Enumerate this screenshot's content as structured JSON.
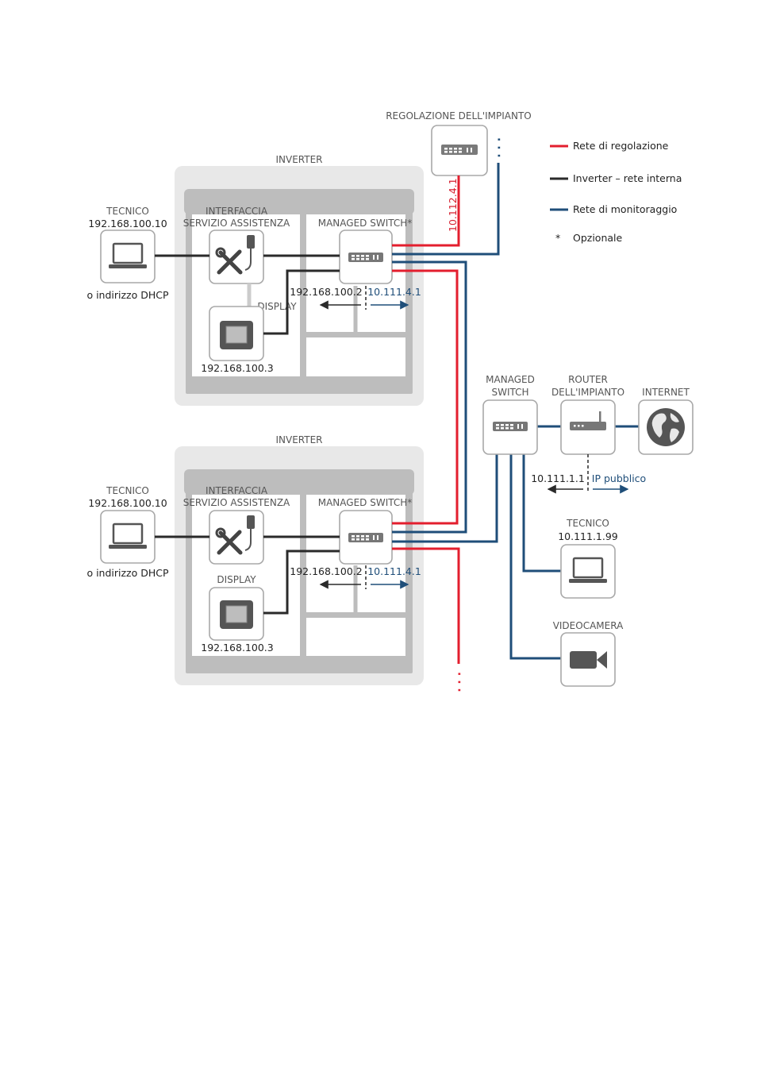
{
  "colors": {
    "control": "#e31e2e",
    "internal": "#2a2a2a",
    "monitoring": "#1f4e79",
    "enclosure": "#e8e8e8",
    "panel": "#bdbdbd"
  },
  "legend": {
    "control": "Rete di regolazione",
    "internal": "Inverter – rete interna",
    "monitoring": "Rete di monitoraggio",
    "optional_marker": "*",
    "optional": "Opzionale"
  },
  "plant_control": {
    "title": "REGOLAZIONE DELL'IMPIANTO",
    "ip": "10.112.4.1"
  },
  "inverters": [
    {
      "title": "INVERTER",
      "technician_label": "TECNICO",
      "technician_ip": "192.168.100.10",
      "technician_dhcp": "o indirizzo DHCP",
      "service_label_1": "INTERFACCIA",
      "service_label_2": "SERVIZIO ASSISTENZA",
      "switch_label": "MANAGED SWITCH*",
      "display_label": "DISPLAY",
      "display_ip": "192.168.100.3",
      "internal_ip": "192.168.100.2",
      "monitoring_ip": "10.111.4.1"
    },
    {
      "title": "INVERTER",
      "technician_label": "TECNICO",
      "technician_ip": "192.168.100.10",
      "technician_dhcp": "o indirizzo DHCP",
      "service_label_1": "INTERFACCIA",
      "service_label_2": "SERVIZIO ASSISTENZA",
      "switch_label": "MANAGED SWITCH*",
      "display_label": "DISPLAY",
      "display_ip": "192.168.100.3",
      "internal_ip": "192.168.100.2",
      "monitoring_ip": "10.111.4.1"
    }
  ],
  "plant_network": {
    "switch_label_1": "MANAGED",
    "switch_label_2": "SWITCH",
    "router_label_1": "ROUTER",
    "router_label_2": "DELL'IMPIANTO",
    "internet_label": "INTERNET",
    "router_ip": "10.111.1.1",
    "public_ip": "IP pubblico",
    "technician_label": "TECNICO",
    "technician_ip": "10.111.1.99",
    "camera_label": "VIDEOCAMERA"
  }
}
